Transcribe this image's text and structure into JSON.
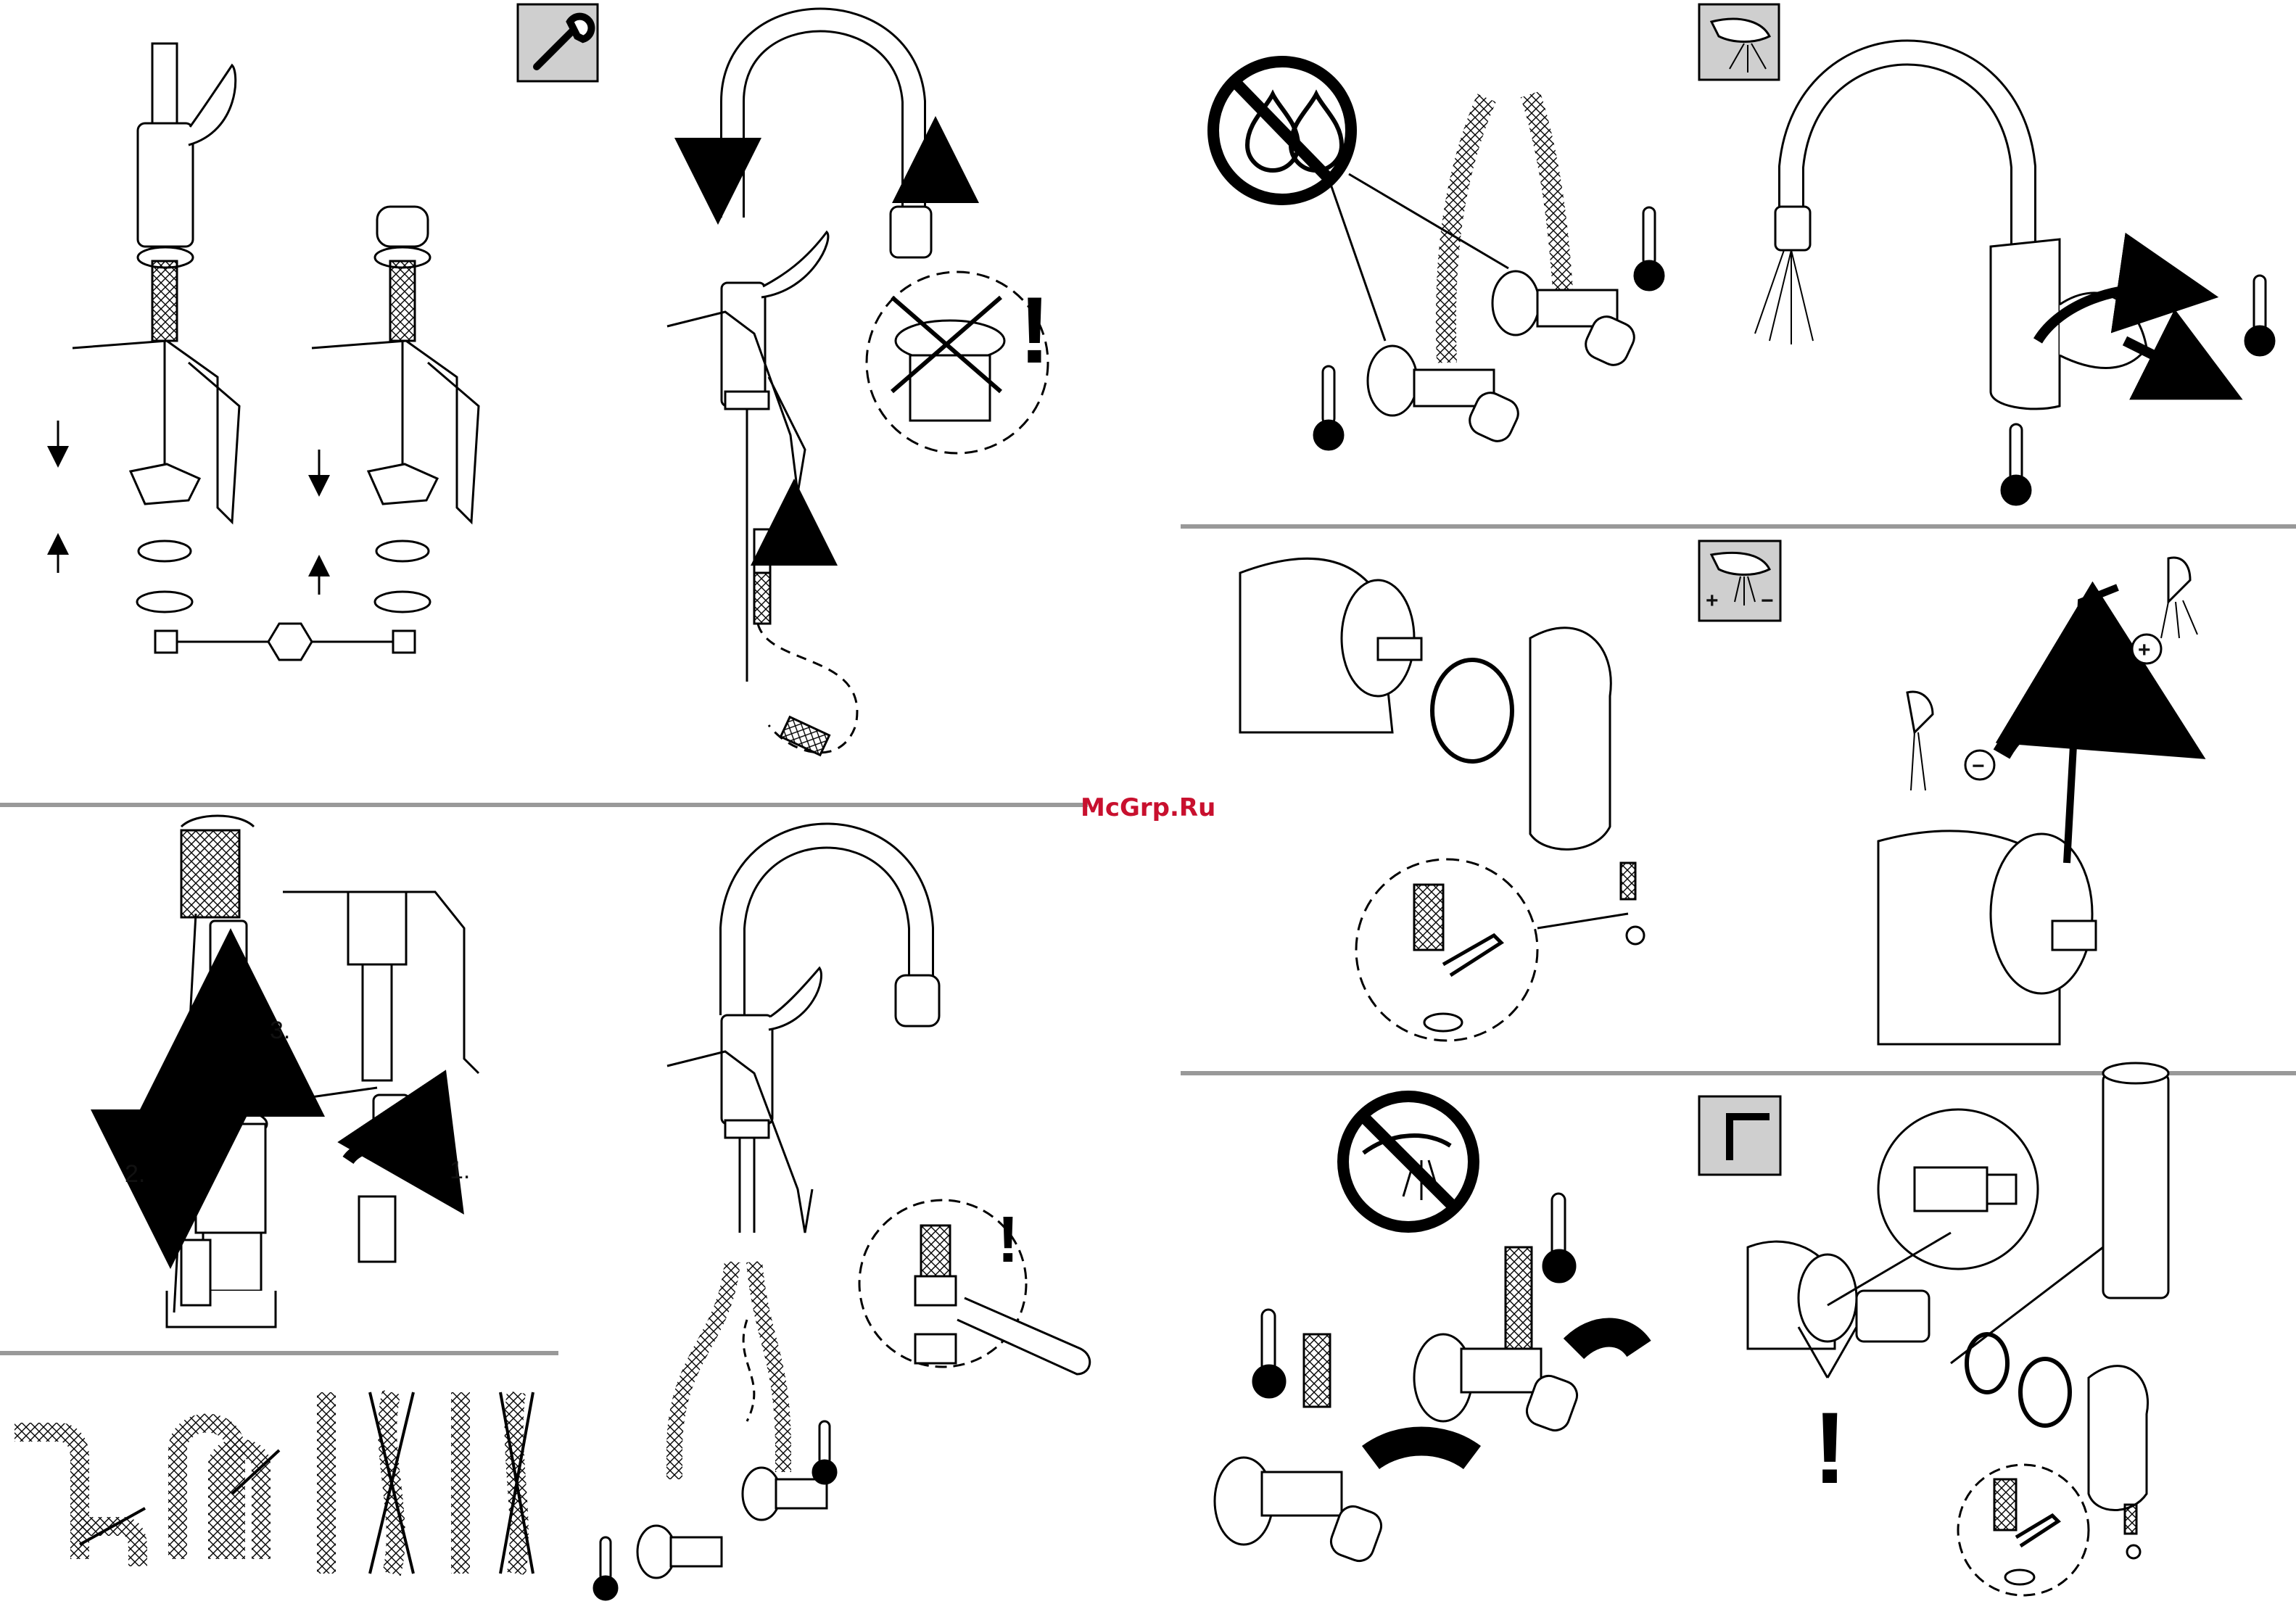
{
  "watermark": "McGrp.Ru",
  "steps": {
    "hose_connect": {
      "step1": "1.",
      "step2": "2.",
      "step3": "3."
    }
  },
  "symbols": {
    "plus": "+",
    "minus": "−",
    "plus_minus_icon": [
      "+",
      "−"
    ],
    "warning": "!"
  },
  "colors": {
    "line": "#000000",
    "divider": "#999999",
    "icon_bg": "#cfcfcf",
    "watermark": "#c8102e"
  },
  "icons": [
    "wrench-icon",
    "hand-shower-icon",
    "flow-adjust-icon",
    "hex-key-icon",
    "no-thermal-desinfection-icon",
    "no-spray-icon",
    "thermometer-icon",
    "nut-hex-icon",
    "warning-exclamation-icon"
  ]
}
